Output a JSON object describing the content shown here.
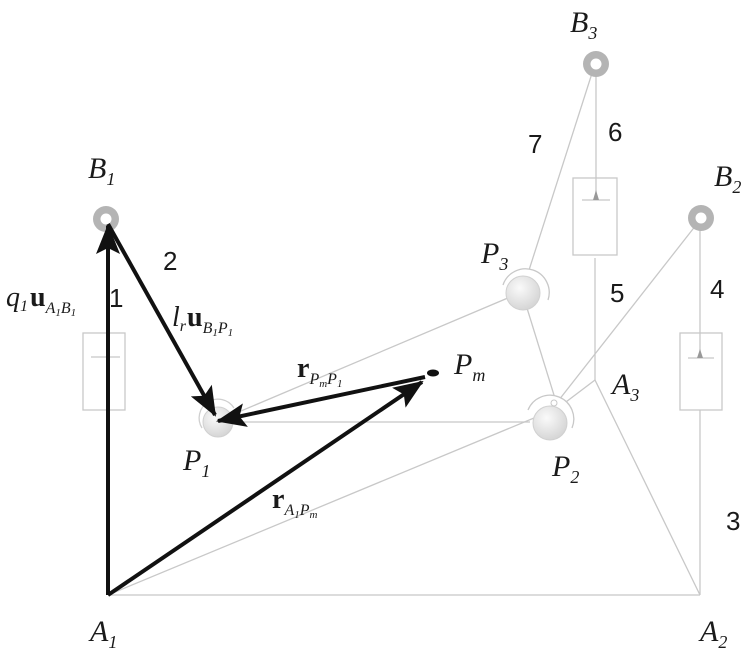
{
  "diagram": {
    "type": "cable-driven parallel mechanism kinematic schematic",
    "colors": {
      "vector": "#111111",
      "link": "#c8c8c8",
      "pulley": "#b4b4b4",
      "joint": "#e6e6e6"
    },
    "points": {
      "A1": {
        "main": "A",
        "sub": "1"
      },
      "A2": {
        "main": "A",
        "sub": "2"
      },
      "A3": {
        "main": "A",
        "sub": "3"
      },
      "B1": {
        "main": "B",
        "sub": "1"
      },
      "B2": {
        "main": "B",
        "sub": "2"
      },
      "B3": {
        "main": "B",
        "sub": "3"
      },
      "P1": {
        "main": "P",
        "sub": "1"
      },
      "P2": {
        "main": "P",
        "sub": "2"
      },
      "P3": {
        "main": "P",
        "sub": "3"
      },
      "Pm": {
        "main": "P",
        "sub": "m"
      }
    },
    "link_numbers": [
      "1",
      "2",
      "3",
      "4",
      "5",
      "6",
      "7"
    ],
    "vectors": {
      "q1_u_A1B1": {
        "coef": "q",
        "coef_sub": "1",
        "bold": "u",
        "sub1": "A",
        "sub1_idx": "1",
        "sub2": "B",
        "sub2_idx": "1"
      },
      "lr_u_B1P1": {
        "coef": "l",
        "coef_sub": "r",
        "bold": "u",
        "sub1": "B",
        "sub1_idx": "1",
        "sub2": "P",
        "sub2_idx": "1"
      },
      "r_PmP1": {
        "bold": "r",
        "sub1": "P",
        "sub1_idx": "m",
        "sub2": "P",
        "sub2_idx": "1"
      },
      "r_A1Pm": {
        "bold": "r",
        "sub1": "A",
        "sub1_idx": "1",
        "sub2": "P",
        "sub2_idx": "m"
      }
    }
  }
}
